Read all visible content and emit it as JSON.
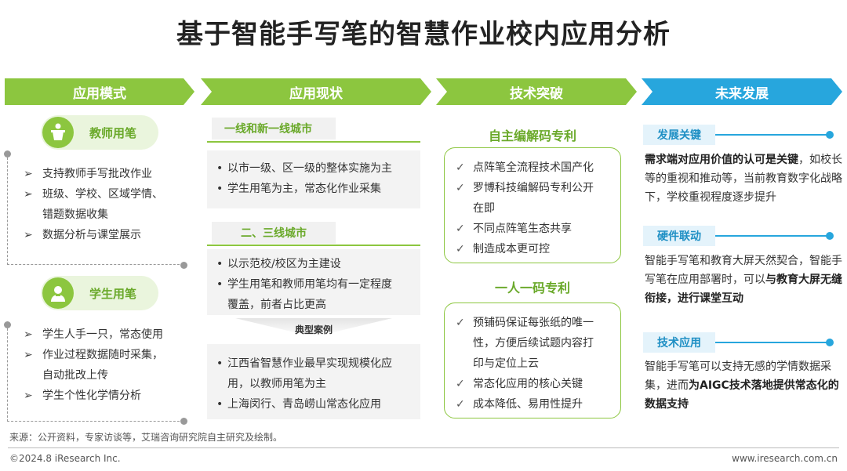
{
  "title": "基于智能手写笔的智慧作业校内应用分析",
  "headers": [
    "应用模式",
    "应用现状",
    "技术突破",
    "未来发展"
  ],
  "col1": {
    "teacher": {
      "label": "教师用笔",
      "icon": "teacher-podium-icon",
      "items": [
        "支持教师手写批改作业",
        "班级、学校、区域学情、",
        "错题数据收集",
        "数据分析与课堂展示"
      ]
    },
    "student": {
      "label": "学生用笔",
      "icon": "student-icon",
      "items": [
        "学生人手一只，常态使用",
        "作业过程数据随时采集，",
        "自动批改上传",
        "学生个性化学情分析"
      ]
    }
  },
  "col2": {
    "tier1": {
      "label": "一线和新一线城市",
      "items": [
        "以市一级、区一级的整体实施为主",
        "学生用笔为主，常态化作业采集"
      ]
    },
    "tier2": {
      "label": "二、三线城市",
      "items": [
        "以示范校/校区为主建设",
        "学生用笔和教师用笔均有一定程度",
        "覆盖，前者占比更高"
      ]
    },
    "cases": {
      "label": "典型案例",
      "items": [
        "江西省智慧作业最早实现规模化应",
        "用，以教师用笔为主",
        "上海闵行、青岛崂山常态化应用"
      ]
    }
  },
  "col3": {
    "patent1": {
      "title": "自主编解码专利",
      "items": [
        "点阵笔全流程技术国产化",
        "罗博科技编解码专利公开",
        "在即",
        "不同点阵笔生态共享",
        "制造成本更可控"
      ]
    },
    "patent2": {
      "title": "一人一码专利",
      "items": [
        "预铺码保证每张纸的唯一",
        "性，方便后续试题内容打",
        "印与定位上云",
        "常态化应用的核心关键",
        "成本降低、易用性提升"
      ]
    }
  },
  "col4": {
    "b1": {
      "tag": "发展关键",
      "bold1": "需求端对应用价值的认可是关键",
      "text1": "，如校长等的重视和推动等，当前教育数字化战略下，学校重视程度逐步提升"
    },
    "b2": {
      "tag": "硬件联动",
      "text1": "智能手写笔和教育大屏天然契合，智能手写笔在应用部署时，可以",
      "bold1": "与教育大屏无缝衔接，进行课堂互动"
    },
    "b3": {
      "tag": "技术应用",
      "text1": "智能手写笔可以支持无感的学情数据采集，进而",
      "bold1": "为AIGC技术落地提供常态化的数据支持"
    }
  },
  "source": "来源：公开资料，专家访谈等，艾瑞咨询研究院自主研究及绘制。",
  "footer_left": "©2024.8 iResearch Inc.",
  "footer_right": "www.iresearch.com.cn",
  "colors": {
    "green": "#8cc63f",
    "blue": "#27a6dd"
  }
}
